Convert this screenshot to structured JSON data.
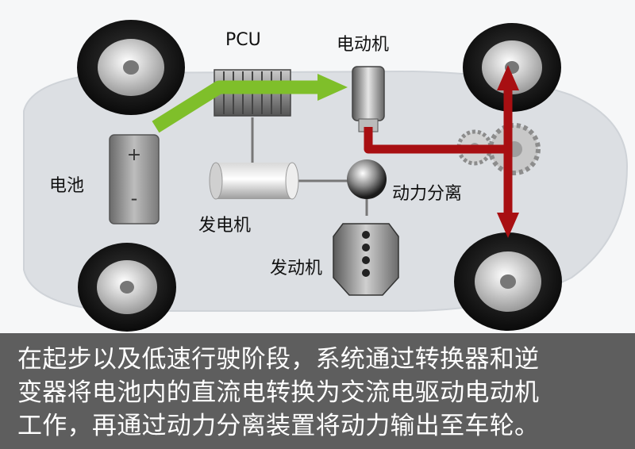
{
  "labels": {
    "pcu": "PCU",
    "motor": "电动机",
    "battery": "电池",
    "generator": "发电机",
    "power_split": "动力分离",
    "engine": "发动机",
    "battery_plus": "+",
    "battery_minus": "-"
  },
  "caption": {
    "line1": "在起步以及低速行驶阶段，系统通过转换器和逆",
    "line2": "变器将电池内的直流电转换为交流电驱动电动机",
    "line3": "工作，再通过动力分离装置将动力输出至车轮。"
  },
  "colors": {
    "battery_to_motor_arrow": "#7fbf2a",
    "motor_to_wheels_arrow": "#a80f12",
    "caption_bg": "#5e5e5e"
  }
}
